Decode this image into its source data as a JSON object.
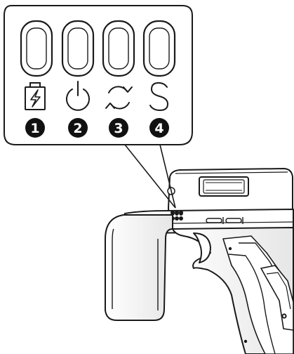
{
  "callout": {
    "indicators": [
      {
        "icon": "battery-charging-icon",
        "number": "1"
      },
      {
        "icon": "power-icon",
        "number": "2"
      },
      {
        "icon": "sync-icon",
        "number": "3"
      },
      {
        "icon": "scan-s-icon",
        "number": "4"
      }
    ],
    "digit_windows": 4
  },
  "device": {
    "description_icon": "barcode-scanner-pistol-grip"
  }
}
